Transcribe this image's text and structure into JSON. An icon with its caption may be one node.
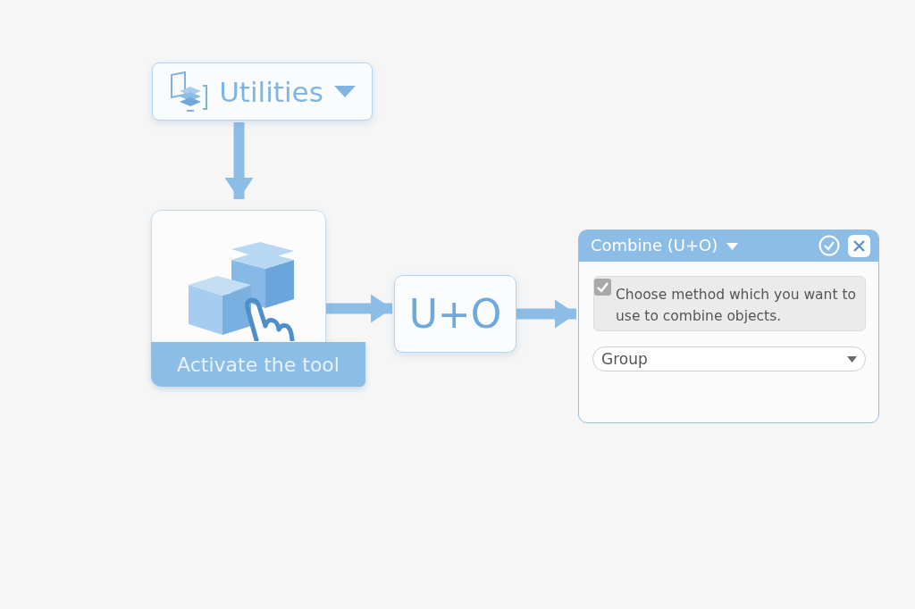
{
  "diagram": {
    "nodes": [
      {
        "text": [
          "Utilities"
        ]
      },
      {
        "text": [
          "Activate the tool"
        ]
      },
      {
        "text": [
          "U+O"
        ]
      },
      {
        "text": [
          "Combine (U+O)"
        ]
      },
      {
        "text": [
          "Choose method which you want to use to combine objects."
        ],
        "in": 3
      },
      {
        "text": [
          "Group"
        ],
        "in": 3
      }
    ],
    "edges": [
      {
        "from": 0,
        "to": 1,
        "arrow": "to"
      },
      {
        "from": 1,
        "to": 2,
        "arrow": "to"
      },
      {
        "from": 2,
        "to": 3,
        "arrow": "to"
      }
    ]
  }
}
